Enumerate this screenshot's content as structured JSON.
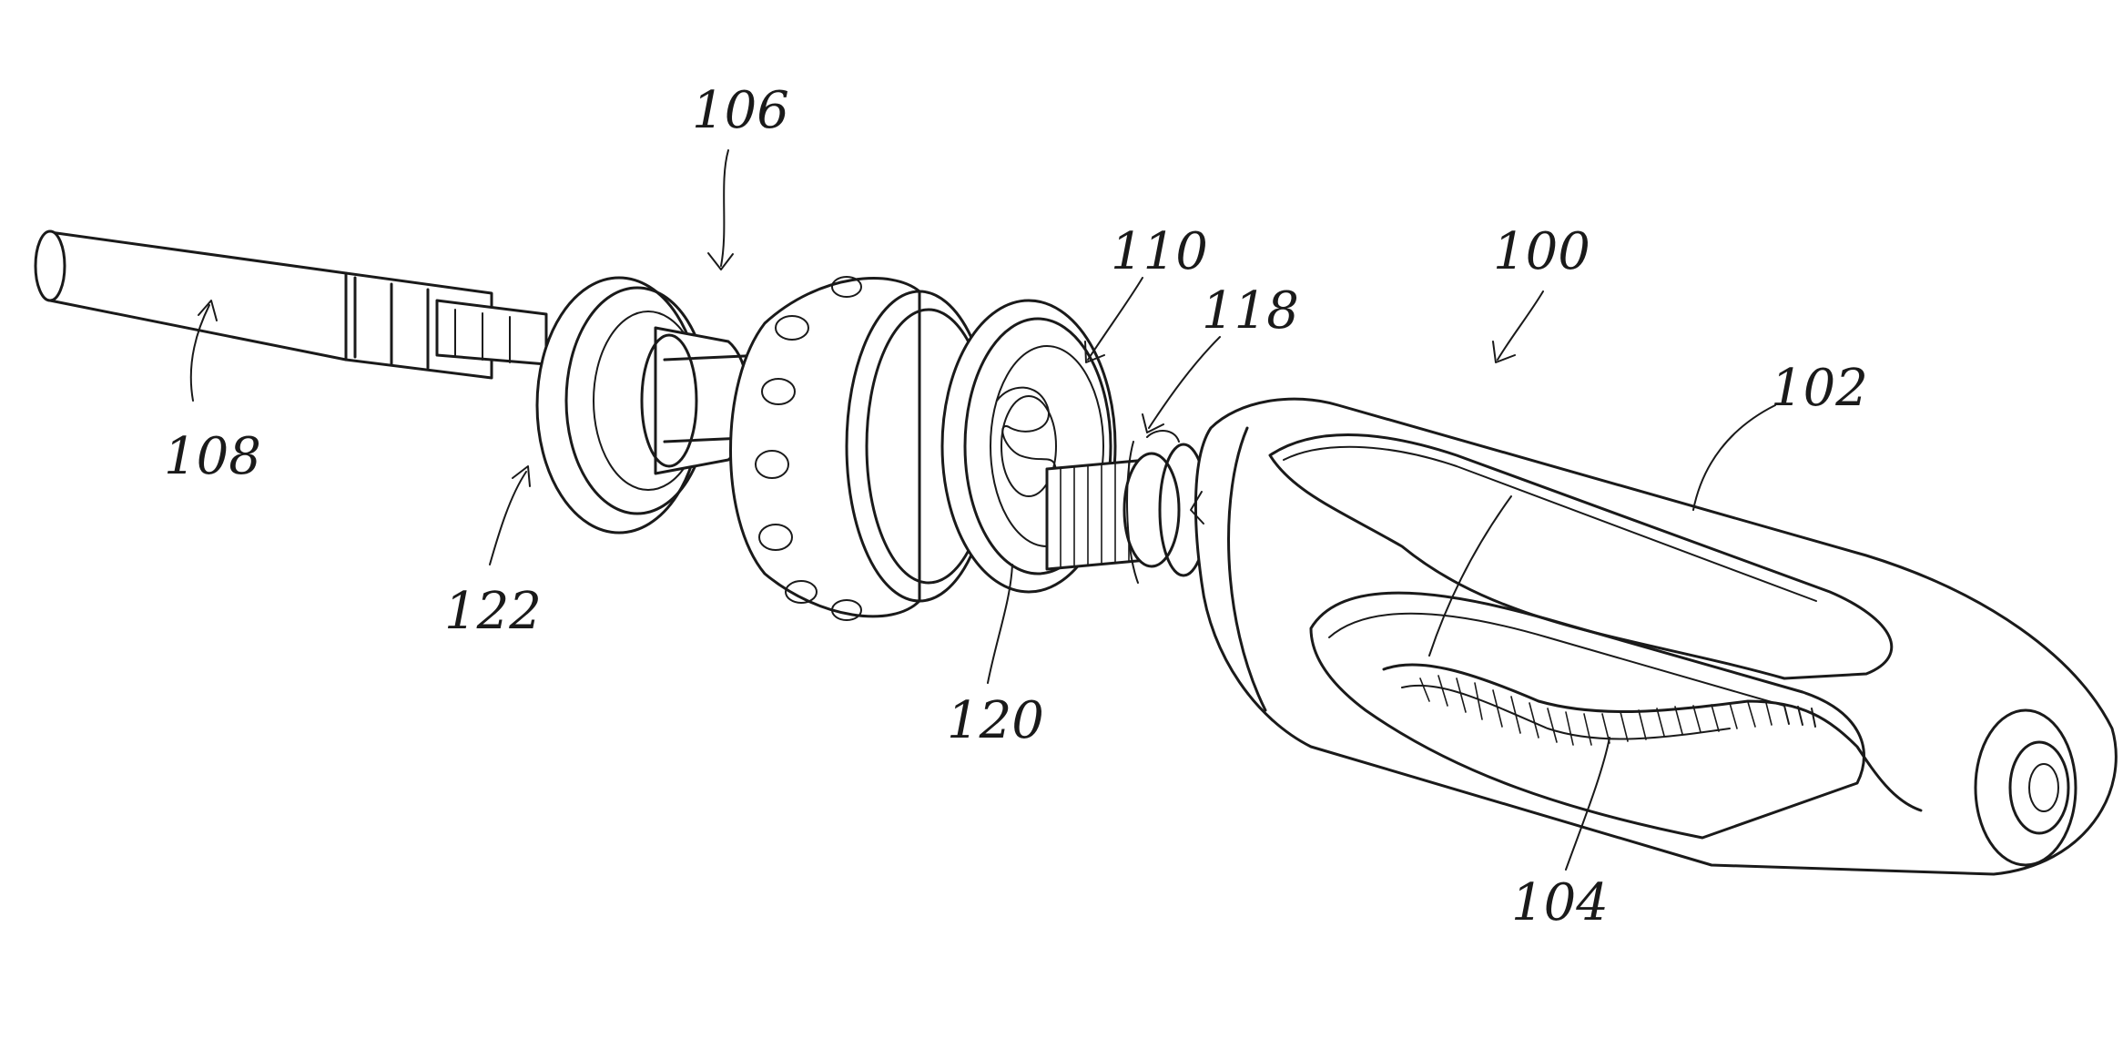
{
  "figure": {
    "labels": {
      "l100": "100",
      "l102": "102",
      "l104": "104",
      "l106": "106",
      "l108": "108",
      "l110": "110",
      "l118": "118",
      "l120": "120",
      "l122": "122"
    },
    "ink_color": "#1a1a1a",
    "background_color": "#ffffff"
  }
}
